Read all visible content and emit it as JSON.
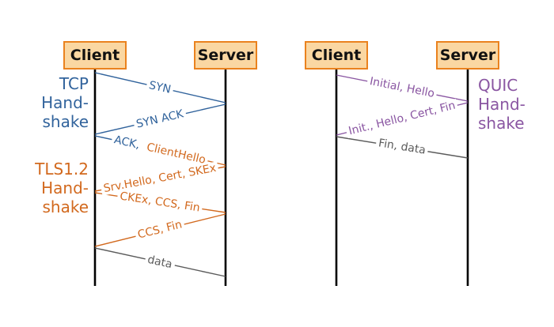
{
  "colors": {
    "blue": "#31639c",
    "orange": "#d2691e",
    "purple": "#8a56a2",
    "gray": "#5b5b5b",
    "box_fill": "#fad7a2",
    "box_border": "#ea821e",
    "lifeline": "#000000"
  },
  "left": {
    "client_label": "Client",
    "server_label": "Server",
    "tcp_label": {
      "lines": [
        "TCP",
        "Hand-",
        "shake"
      ]
    },
    "tls_label": {
      "lines": [
        "TLS1.2",
        "Hand-",
        "shake"
      ]
    },
    "messages": [
      {
        "from": "client",
        "to": "server",
        "parts": [
          {
            "text": "SYN",
            "color": "blue"
          }
        ]
      },
      {
        "from": "server",
        "to": "client",
        "parts": [
          {
            "text": "SYN ACK",
            "color": "blue"
          }
        ]
      },
      {
        "from": "client",
        "to": "server",
        "parts": [
          {
            "text": "ACK,",
            "color": "blue"
          },
          {
            "text": "ClientHello",
            "color": "orange"
          }
        ]
      },
      {
        "from": "server",
        "to": "client",
        "parts": [
          {
            "text": "Srv.Hello, Cert, SKEx",
            "color": "orange"
          }
        ]
      },
      {
        "from": "client",
        "to": "server",
        "parts": [
          {
            "text": "CKEx, CCS, Fin",
            "color": "orange"
          }
        ]
      },
      {
        "from": "server",
        "to": "client",
        "parts": [
          {
            "text": "CCS, Fin",
            "color": "orange"
          }
        ]
      },
      {
        "from": "client",
        "to": "server",
        "parts": [
          {
            "text": "data",
            "color": "gray"
          }
        ]
      }
    ]
  },
  "right": {
    "client_label": "Client",
    "server_label": "Server",
    "quic_label": {
      "lines": [
        "QUIC",
        "Hand-",
        "shake"
      ]
    },
    "messages": [
      {
        "from": "client",
        "to": "server",
        "parts": [
          {
            "text": "Initial, Hello",
            "color": "purple"
          }
        ]
      },
      {
        "from": "server",
        "to": "client",
        "parts": [
          {
            "text": "Init., Hello, Cert, Fin",
            "color": "purple"
          }
        ]
      },
      {
        "from": "client",
        "to": "server",
        "parts": [
          {
            "text": "Fin, data",
            "color": "gray"
          }
        ]
      }
    ]
  }
}
